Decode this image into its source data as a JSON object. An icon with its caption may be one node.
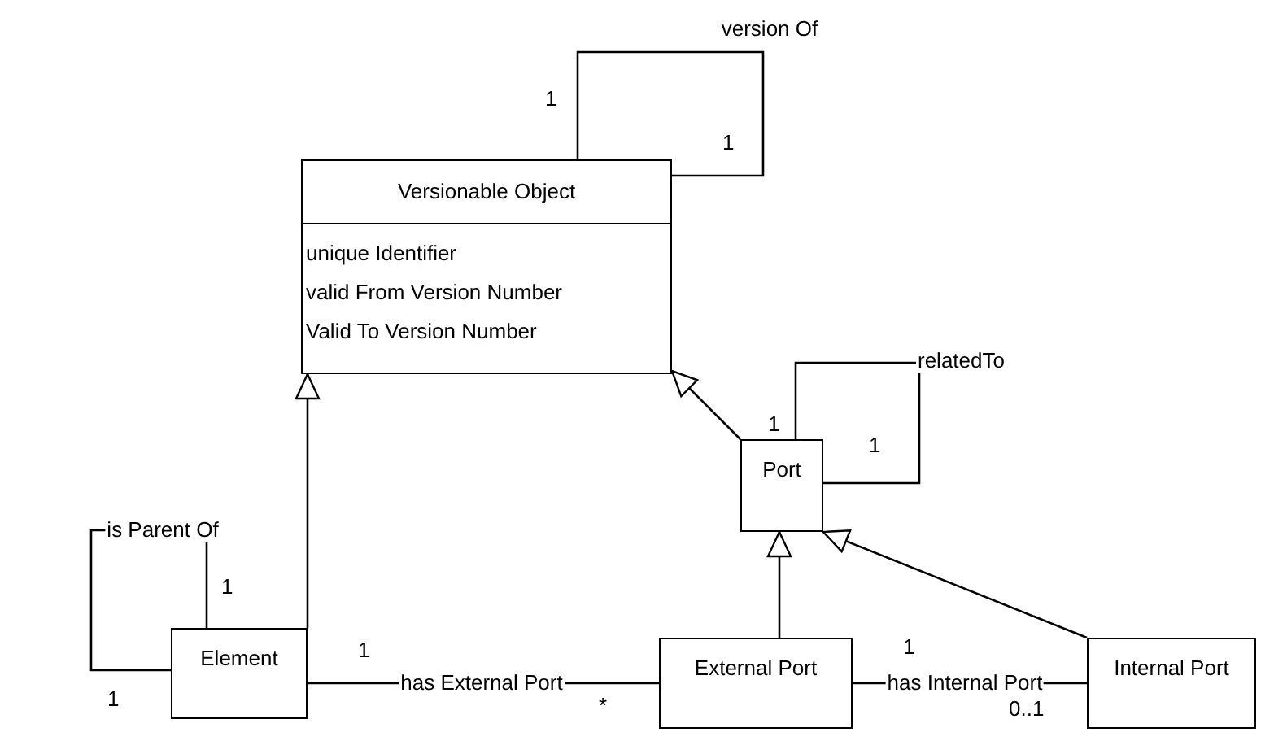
{
  "diagram": {
    "nodes": [
      {
        "text": [
          "Versionable Object",
          "unique Identifier",
          "valid From Version Number",
          "Valid To Version Number"
        ]
      },
      {
        "text": [
          "Port"
        ]
      },
      {
        "text": [
          "Element"
        ]
      },
      {
        "text": [
          "External Port"
        ]
      },
      {
        "text": [
          "Internal Port"
        ]
      }
    ],
    "edges": [
      {
        "from": 0,
        "to": 0,
        "arrow": "none",
        "label": "version Of"
      },
      {
        "from": 2,
        "to": 0,
        "arrow": "to"
      },
      {
        "from": 1,
        "to": 0,
        "arrow": "to"
      },
      {
        "from": 1,
        "to": 1,
        "arrow": "none",
        "label": "relatedTo"
      },
      {
        "from": 2,
        "to": 2,
        "arrow": "none",
        "label": "is Parent Of"
      },
      {
        "from": 3,
        "to": 1,
        "arrow": "to"
      },
      {
        "from": 4,
        "to": 1,
        "arrow": "to"
      },
      {
        "from": 2,
        "to": 3,
        "arrow": "none",
        "label": "has External Port"
      },
      {
        "from": 3,
        "to": 4,
        "arrow": "none",
        "label": "has Internal Port"
      }
    ],
    "labels": [
      "1",
      "1",
      "1",
      "1",
      "1",
      "1",
      "1",
      "*",
      "1",
      "0..1"
    ]
  }
}
